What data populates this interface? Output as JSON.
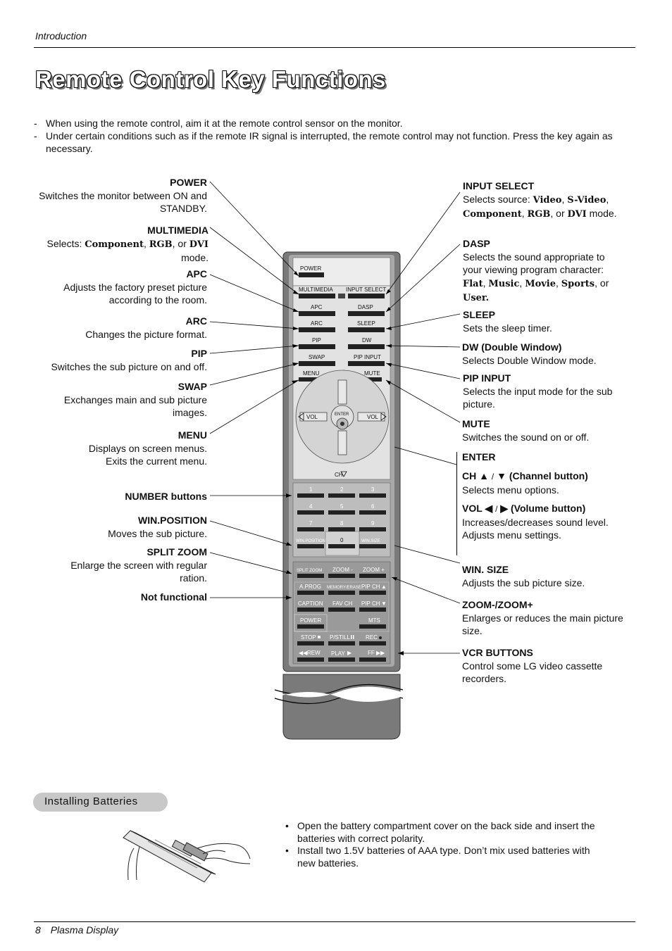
{
  "header": {
    "section": "Introduction",
    "title": "Remote Control Key Functions"
  },
  "intro": [
    "When using the remote control, aim it at the remote control sensor on the monitor.",
    "Under certain conditions such as if the remote IR signal is interrupted, the remote control may not function. Press the key again as necessary."
  ],
  "callouts_left": {
    "power": {
      "label": "POWER",
      "desc": "Switches the monitor between ON and STANDBY."
    },
    "multimedia": {
      "label": "MULTIMEDIA",
      "desc_pre": "Selects: ",
      "opt1": "Component",
      "sep1": ", ",
      "opt2": "RGB",
      "sep2": ", or ",
      "opt3": "DVI",
      "desc_post": " mode."
    },
    "apc": {
      "label": "APC",
      "desc": "Adjusts the factory preset picture according to the room."
    },
    "arc": {
      "label": "ARC",
      "desc": "Changes the picture format."
    },
    "pip": {
      "label": "PIP",
      "desc": "Switches the sub picture on and off."
    },
    "swap": {
      "label": "SWAP",
      "desc": "Exchanges main and sub picture images."
    },
    "menu": {
      "label": "MENU",
      "desc1": "Displays on screen menus.",
      "desc2": "Exits the current menu."
    },
    "number": {
      "label": "NUMBER buttons"
    },
    "win_position": {
      "label": "WIN.POSITION",
      "desc": "Moves the sub picture."
    },
    "split_zoom": {
      "label": "SPLIT ZOOM",
      "desc": "Enlarge the screen with regular ration."
    },
    "not_functional": {
      "label": "Not functional"
    }
  },
  "callouts_right": {
    "input_select": {
      "label": "INPUT SELECT",
      "desc_pre": "Selects source: ",
      "opt1": "Video",
      "opt2": "S-Video",
      "opt3": "Component",
      "opt4": "RGB",
      "opt5": "DVI",
      "sep": ", ",
      "sep_or": ", or ",
      "desc_post": " mode."
    },
    "dasp": {
      "label": "DASP",
      "desc": "Selects the sound appropriate to your viewing program character: ",
      "opt1": "Flat",
      "opt2": "Music",
      "opt3": "Movie",
      "opt4": "Sports",
      "opt5": "User.",
      "sep": ", ",
      "sep_or": ", or "
    },
    "sleep": {
      "label": "SLEEP",
      "desc": "Sets the sleep timer."
    },
    "dw": {
      "label": "DW (Double Window)",
      "desc": "Selects Double Window mode."
    },
    "pip_input": {
      "label": "PIP INPUT",
      "desc": "Selects the input mode for the sub picture."
    },
    "mute": {
      "label": "MUTE",
      "desc": "Switches the sound on or off."
    },
    "enter": {
      "label": "ENTER"
    },
    "ch": {
      "label_pre": "CH",
      "sep": "/",
      "label_post": "(Channel button)",
      "desc": "Selects menu options."
    },
    "vol": {
      "label_pre": "VOL",
      "sep": "/",
      "label_post": "(Volume button)",
      "desc1": "Increases/decreases sound level.",
      "desc2": "Adjusts menu settings."
    },
    "win_size": {
      "label": "WIN. SIZE",
      "desc": "Adjusts the sub picture size."
    },
    "zoom": {
      "label": "ZOOM-/ZOOM+",
      "desc": "Enlarges or reduces the main picture size."
    },
    "vcr": {
      "label": "VCR BUTTONS",
      "desc": "Control some LG video cassette recorders."
    }
  },
  "remote": {
    "power": "POWER",
    "multimedia": "MULTIMEDIA",
    "input_select": "INPUT SELECT",
    "apc": "APC",
    "dasp": "DASP",
    "arc": "ARC",
    "sleep": "SLEEP",
    "pip": "PIP",
    "dw": "DW",
    "swap": "SWAP",
    "pip_input": "PIP INPUT",
    "menu": "MENU",
    "ch": "CH",
    "mute": "MUTE",
    "vol": "VOL",
    "enter": "ENTER",
    "digits": [
      "1",
      "2",
      "3",
      "4",
      "5",
      "6",
      "7",
      "8",
      "9",
      "0"
    ],
    "win_position": "WIN.POSITION",
    "win_size": "WIN.SIZE",
    "split_zoom": "SPLIT ZOOM",
    "zoom_minus": "ZOOM -",
    "zoom_plus": "ZOOM +",
    "aprog": "A.PROG",
    "memory_erase": "MEMORY/ERASE",
    "pip_ch": "PIP CH",
    "caption": "CAPTION",
    "fav_ch": "FAV CH",
    "power2": "POWER",
    "mts": "MTS",
    "stop": "STOP",
    "pstill": "P/STILL",
    "rec": "REC",
    "rew": "REW",
    "play": "PLAY",
    "ff": "FF"
  },
  "batteries": {
    "title": "Installing Batteries",
    "items": [
      "Open the battery compartment cover on the back side and insert the batteries with correct polarity.",
      "Install two 1.5V batteries of AAA type. Don’t mix used batteries with new batteries."
    ]
  },
  "footer": {
    "page": "8",
    "name": "Plasma Display"
  }
}
